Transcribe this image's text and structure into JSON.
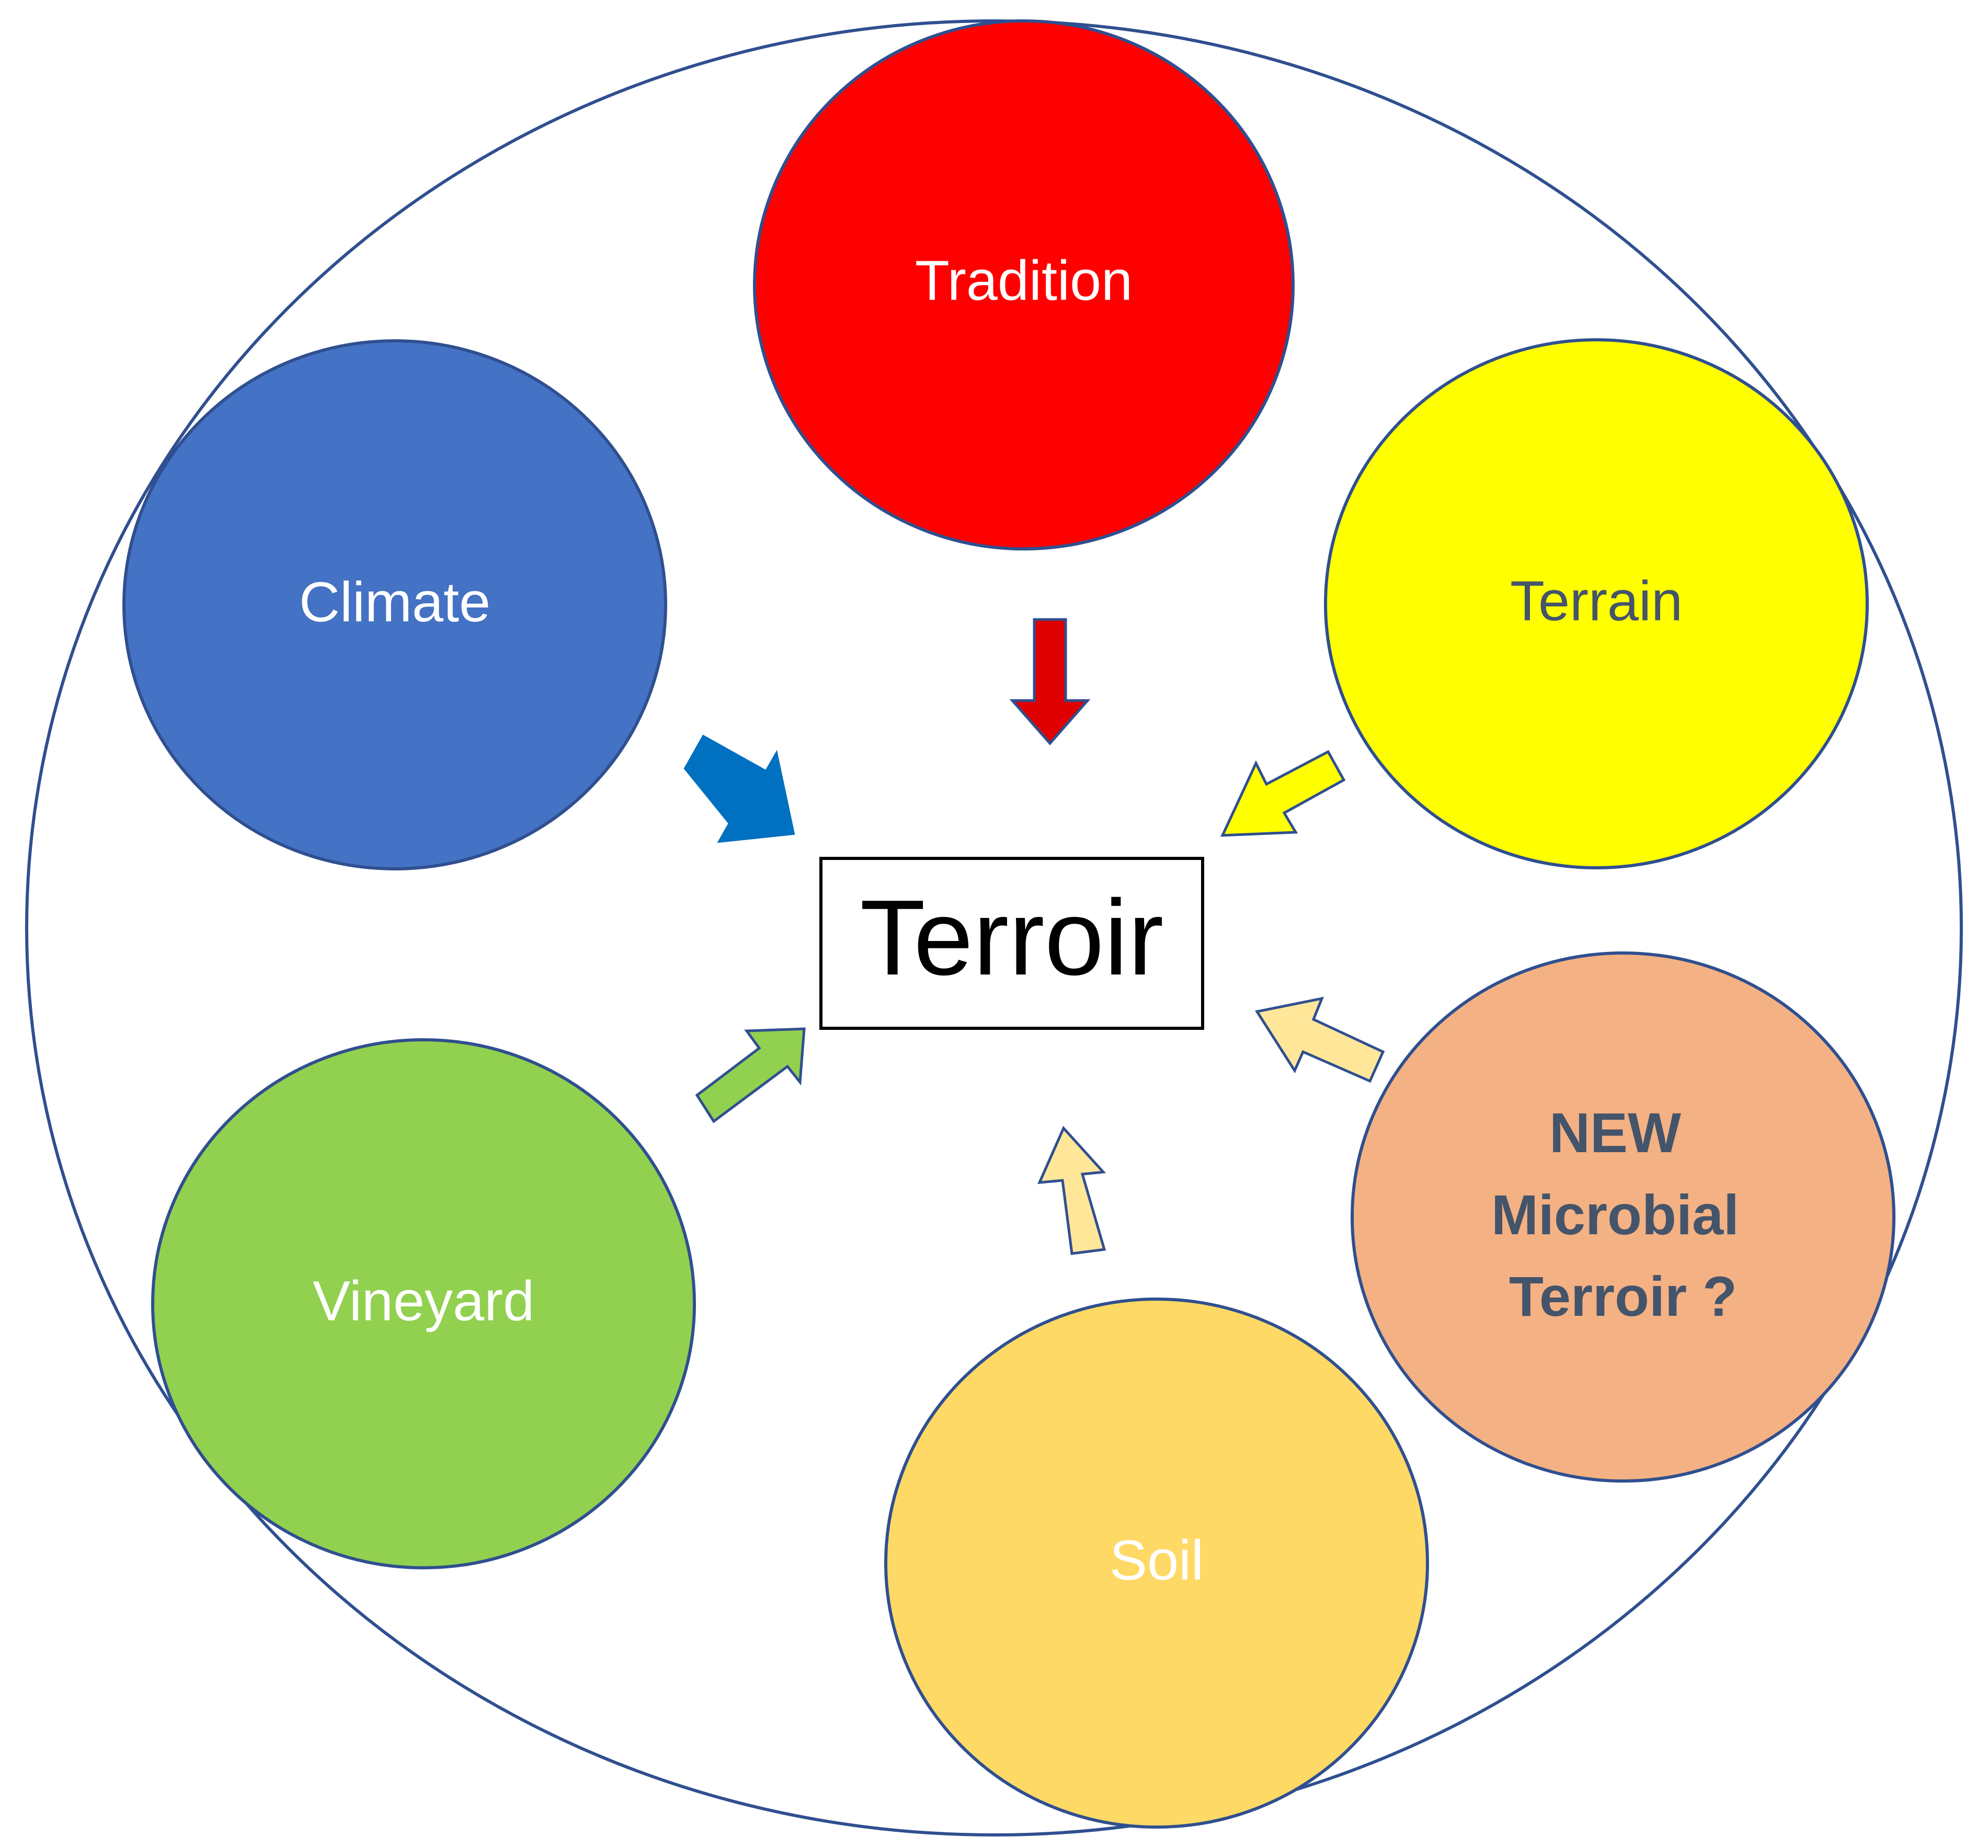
{
  "center": {
    "label": "Terroir"
  },
  "nodes": {
    "tradition": {
      "label": "Tradition",
      "fill": "#ff0000",
      "text_color": "#ffffff"
    },
    "terrain": {
      "label": "Terrain",
      "fill": "#ffff00",
      "text_color": "#44546a"
    },
    "climate": {
      "label": "Climate",
      "fill": "#4472c4",
      "text_color": "#ffffff"
    },
    "vineyard": {
      "label": "Vineyard",
      "fill": "#92d050",
      "text_color": "#ffffff"
    },
    "soil": {
      "label": "Soil",
      "fill": "#ffd966",
      "text_color": "#ffffff"
    },
    "microbial": {
      "label_lines": [
        "NEW",
        "Microbial",
        "Terroir ?"
      ],
      "fill": "#f4b183",
      "text_color": "#44546a"
    }
  },
  "colors": {
    "outline": "#2f4f8f",
    "arrow_tradition": "#e00000",
    "arrow_climate": "#0070c0",
    "arrow_terrain": "#ffff00",
    "arrow_vineyard": "#92d050",
    "arrow_soil": "#ffe699",
    "arrow_microbial": "#ffe699"
  }
}
